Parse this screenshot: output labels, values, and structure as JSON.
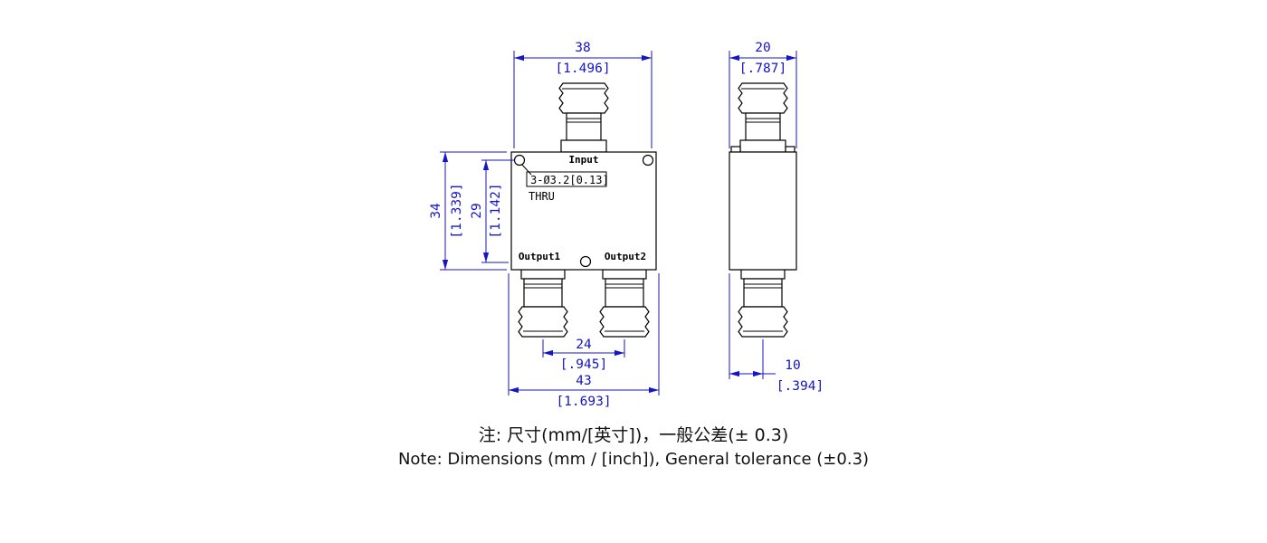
{
  "drawing": {
    "front_view": {
      "labels": {
        "input": "Input",
        "output1": "Output1",
        "output2": "Output2"
      },
      "hole_callout": {
        "spec": "3-Ø3.2[0.13]",
        "thru": "THRU"
      },
      "dim_top_width": {
        "mm": "38",
        "inch": "[1.496]"
      },
      "dim_height": {
        "mm": "34",
        "inch": "[1.339]"
      },
      "dim_hole_span": {
        "mm": "29",
        "inch": "[1.142]"
      },
      "dim_output_pitch": {
        "mm": "24",
        "inch": "[.945]"
      },
      "dim_overall_width": {
        "mm": "43",
        "inch": "[1.693]"
      }
    },
    "side_view": {
      "dim_width": {
        "mm": "20",
        "inch": "[.787]"
      },
      "dim_port_offset": {
        "mm": "10",
        "inch": "[.394]"
      }
    },
    "colors": {
      "dimension": "#1414c8",
      "outline": "#000000",
      "background": "#ffffff",
      "note": "#111111"
    }
  },
  "notes": {
    "zh": "注: 尺寸(mm/[英寸])，一般公差(± 0.3)",
    "en": "Note: Dimensions (mm / [inch]), General tolerance (±0.3)"
  }
}
